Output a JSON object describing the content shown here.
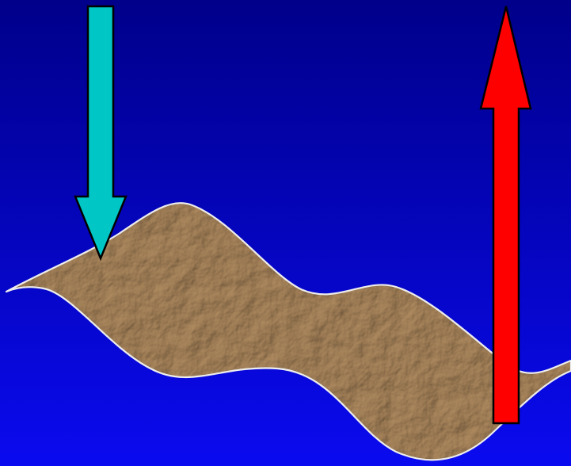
{
  "scene": {
    "background": {
      "top_color": "#00008A",
      "bottom_color": "#0A0AF0"
    },
    "land_surface": {
      "texture": "crumpled-paper",
      "base_color": "#A6835A",
      "outline_color": "#EDEDED"
    },
    "arrows": [
      {
        "name": "incoming-arrow",
        "direction": "down",
        "fill": "#00C6C6",
        "stroke": "#000000"
      },
      {
        "name": "outgoing-arrow",
        "direction": "up",
        "fill": "#FF0000",
        "stroke": "#000000"
      }
    ]
  }
}
